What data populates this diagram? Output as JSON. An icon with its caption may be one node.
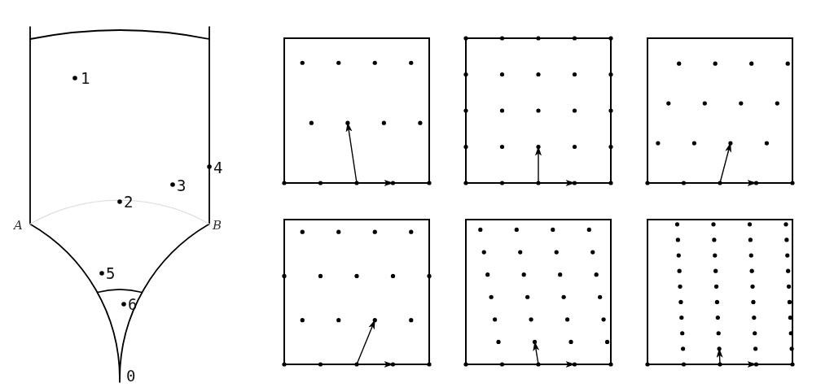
{
  "diagram": {
    "labels": [
      "1",
      "4",
      "3",
      "2",
      "A",
      "B",
      "5",
      "6",
      "0"
    ]
  }
}
